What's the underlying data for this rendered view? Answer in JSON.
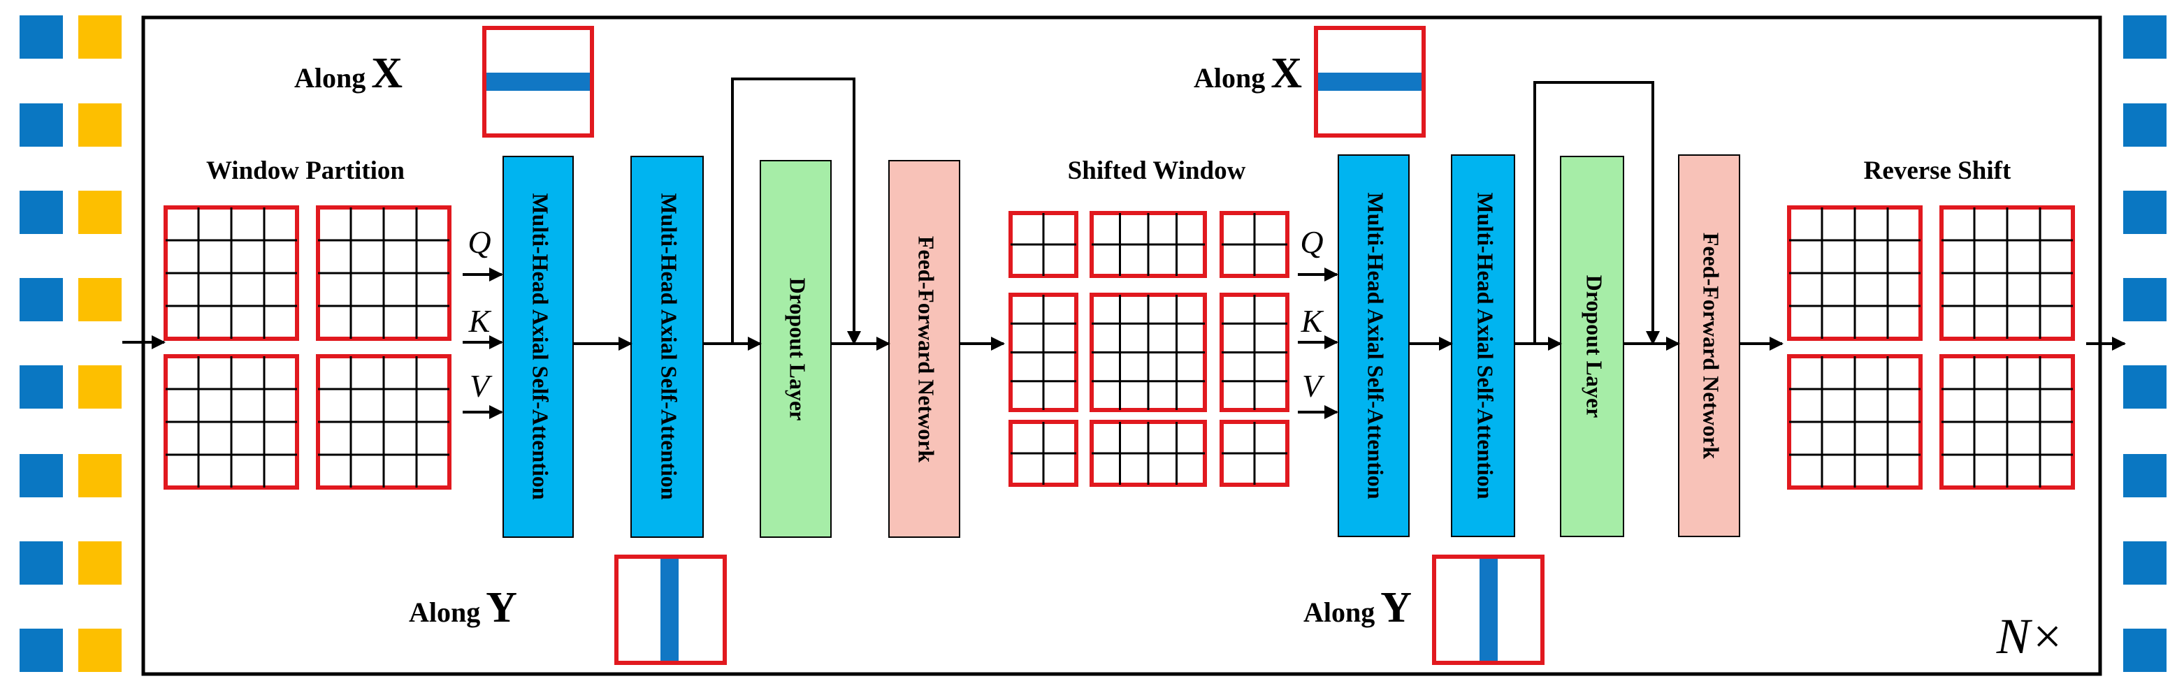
{
  "colors": {
    "token_blue": "#0a77c2",
    "token_yellow": "#fdbf00",
    "attention_block": "#00b4f0",
    "dropout_block": "#a6eda7",
    "ffn_block": "#f8c2b8",
    "grid_border": "#e1191f",
    "axis_bar": "#1177c4",
    "frame": "#000000"
  },
  "stage1": {
    "window_title": "Window Partition",
    "along_x_prefix": "Along",
    "along_x_axis": "X",
    "along_y_prefix": "Along",
    "along_y_axis": "Y",
    "q": "Q",
    "k": "K",
    "v": "V",
    "attn_x_label": "Multi-Head Axial Self-Attention",
    "attn_y_label": "Multi-Head Axial Self-Attention",
    "dropout_label": "Dropout Layer",
    "ffn_label": "Feed-Forward Network"
  },
  "stage2": {
    "window_title": "Shifted Window",
    "along_x_prefix": "Along",
    "along_x_axis": "X",
    "along_y_prefix": "Along",
    "along_y_axis": "Y",
    "q": "Q",
    "k": "K",
    "v": "V",
    "attn_x_label": "Multi-Head Axial Self-Attention",
    "attn_y_label": "Multi-Head Axial Self-Attention",
    "dropout_label": "Dropout Layer",
    "ffn_label": "Feed-Forward Network"
  },
  "reverse_title": "Reverse Shift",
  "repeat_label": "N×"
}
